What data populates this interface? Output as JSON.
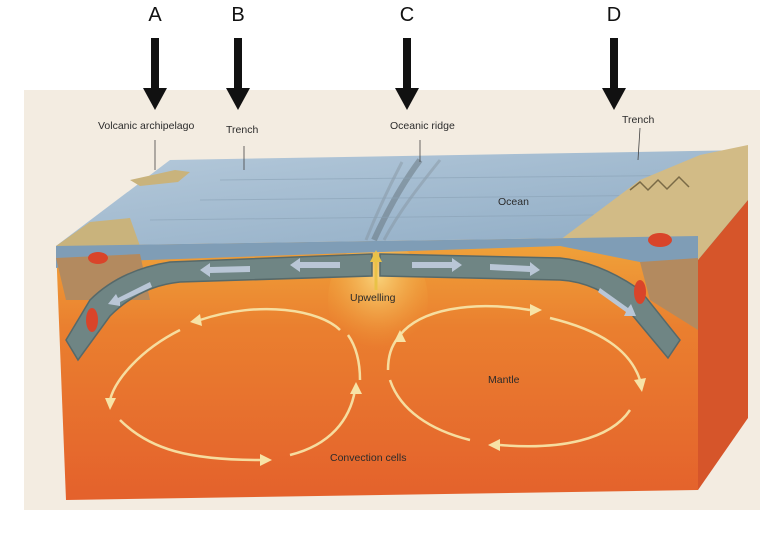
{
  "markers": [
    {
      "letter": "A"
    },
    {
      "letter": "B"
    },
    {
      "letter": "C"
    },
    {
      "letter": "D"
    }
  ],
  "labels": {
    "volcanic_archipelago": "Volcanic archipelago",
    "trench_left": "Trench",
    "oceanic_ridge": "Oceanic ridge",
    "trench_right": "Trench",
    "ocean": "Ocean",
    "upwelling": "Upwelling",
    "mantle": "Mantle",
    "convection_cells": "Convection cells"
  },
  "colors": {
    "paper": "#f3ece1",
    "ocean_top": "#9fb8cf",
    "ocean_front": "#7f9db6",
    "plate": "#6f8584",
    "plate_edge": "#56696a",
    "mantle_top": "#e8812e",
    "mantle_front": "#e66a2c",
    "mantle_side": "#d85523",
    "arrow_light": "#f7e3a6",
    "land": "#c9b37c",
    "magma": "#d9442a",
    "marker_arrow": "#111111"
  }
}
